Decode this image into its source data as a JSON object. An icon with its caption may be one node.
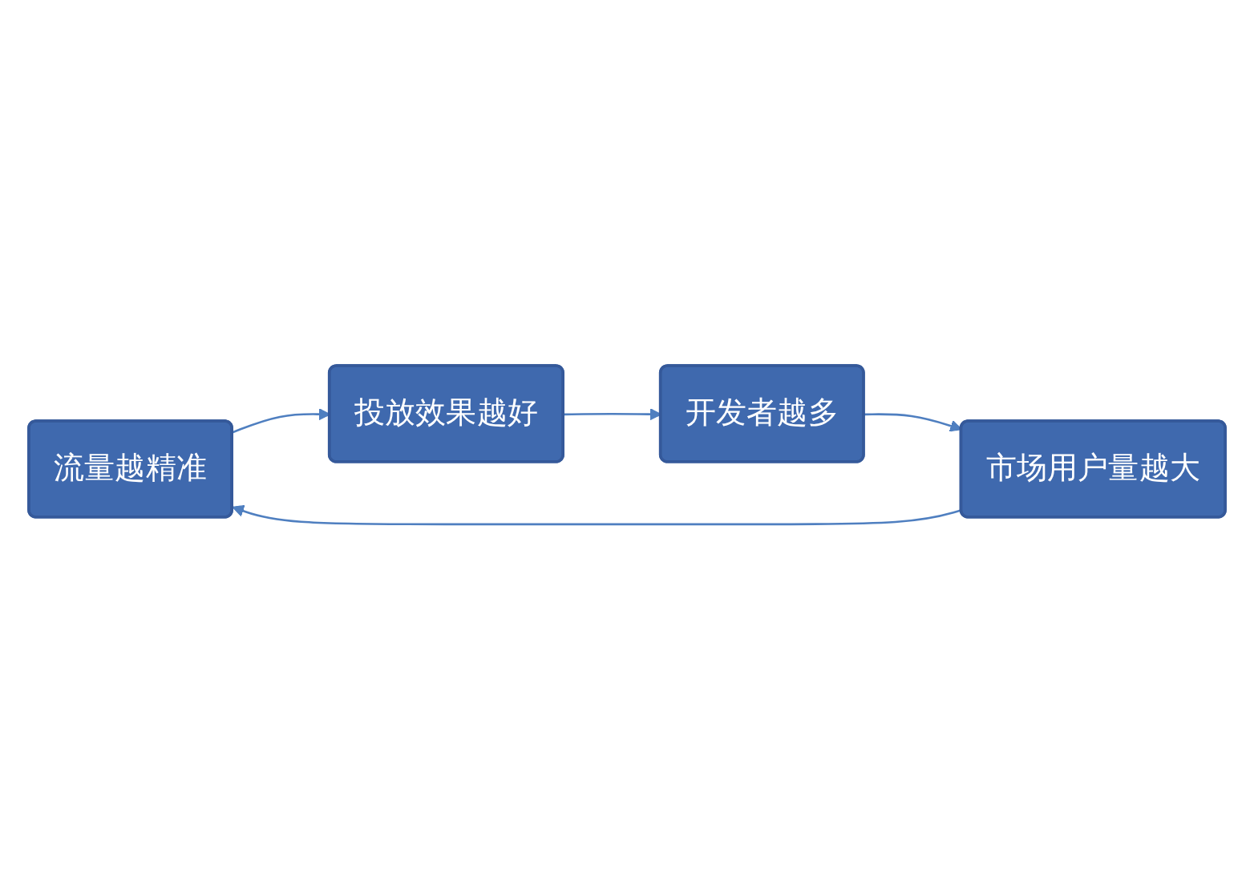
{
  "diagram": {
    "nodes": [
      {
        "text": [
          "流量越精准"
        ]
      },
      {
        "text": [
          "投放效果越好"
        ]
      },
      {
        "text": [
          "开发者越多"
        ]
      },
      {
        "text": [
          "市场用户量越大"
        ]
      }
    ],
    "edges": [
      {
        "from": 0,
        "to": 1,
        "arrow": "to"
      },
      {
        "from": 1,
        "to": 2,
        "arrow": "to"
      },
      {
        "from": 2,
        "to": 3,
        "arrow": "to"
      },
      {
        "from": 3,
        "to": 0,
        "arrow": "to"
      }
    ]
  }
}
